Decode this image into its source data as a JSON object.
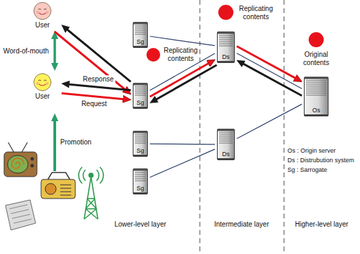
{
  "diagram": {
    "nodes": [
      {
        "text": [
          "User"
        ]
      },
      {
        "text": [
          "User"
        ]
      },
      {
        "text": [
          "Sg"
        ]
      },
      {
        "text": [
          "Sg"
        ]
      },
      {
        "text": [
          "Sg"
        ]
      },
      {
        "text": [
          "Sg"
        ]
      },
      {
        "text": [
          "Ds"
        ]
      },
      {
        "text": [
          "Ds"
        ]
      },
      {
        "text": [
          "Os"
        ]
      }
    ],
    "edges": [
      {
        "from": 0,
        "to": 1,
        "arrow": "both",
        "label": "Word-of-mouth"
      },
      {
        "from": 3,
        "to": 0,
        "arrow": "to"
      },
      {
        "from": 0,
        "to": 3,
        "arrow": "to"
      },
      {
        "from": 3,
        "to": 1,
        "arrow": "to",
        "label": "Response"
      },
      {
        "from": 1,
        "to": 3,
        "arrow": "to",
        "label": "Request"
      },
      {
        "from": 2,
        "to": 6,
        "arrow": "none"
      },
      {
        "from": 3,
        "to": 6,
        "arrow": "none"
      },
      {
        "from": 4,
        "to": 7,
        "arrow": "none"
      },
      {
        "from": 5,
        "to": 7,
        "arrow": "none"
      },
      {
        "from": 6,
        "to": 8,
        "arrow": "none"
      },
      {
        "from": 7,
        "to": 8,
        "arrow": "none"
      },
      {
        "from": 3,
        "to": 6,
        "arrow": "to"
      },
      {
        "from": 6,
        "to": 3,
        "arrow": "to"
      },
      {
        "from": 6,
        "to": 8,
        "arrow": "to"
      },
      {
        "from": 8,
        "to": 6,
        "arrow": "to"
      }
    ],
    "labels": [
      "Replicating contents",
      "Replicating contents",
      "Original contents",
      "Promotion",
      "Lower-level layer",
      "Intermediate layer",
      "Higher-level layer",
      "Os : Origin server",
      "Ds : Distrubution system",
      "Sg : Sarrogate"
    ]
  }
}
